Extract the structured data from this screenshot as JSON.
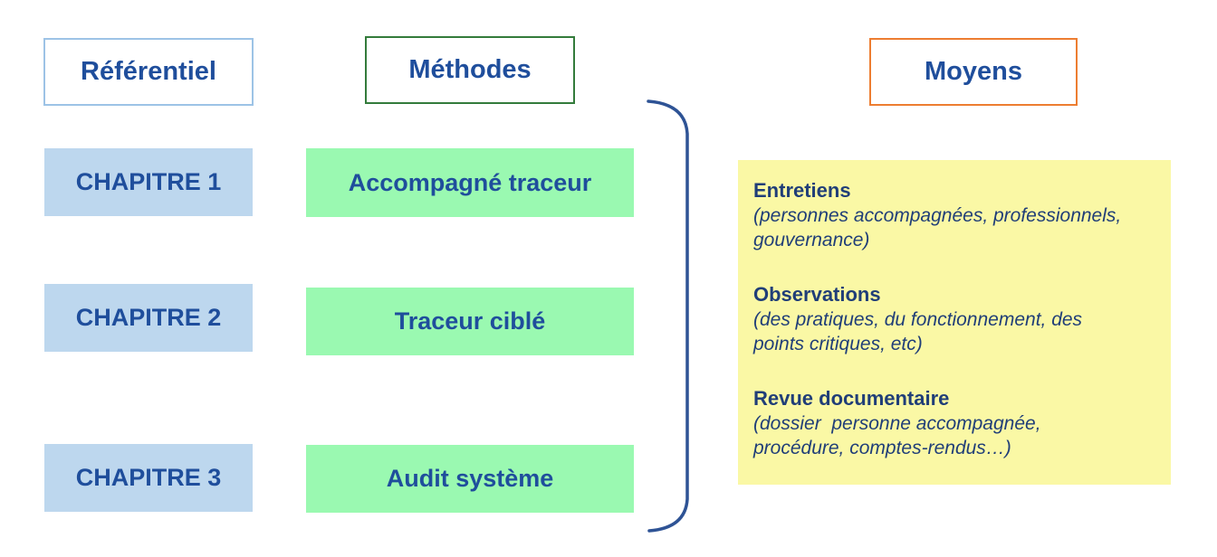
{
  "diagram": {
    "headers": {
      "referentiel": "Référentiel",
      "methodes": "Méthodes",
      "moyens": "Moyens"
    },
    "chapters": [
      "CHAPITRE 1",
      "CHAPITRE 2",
      "CHAPITRE 3"
    ],
    "methods": [
      "Accompagné traceur",
      "Traceur ciblé",
      "Audit système"
    ],
    "moyens_items": [
      {
        "title": "Entretiens",
        "detail": "(personnes accompagnées, professionnels,\ngouvernance)"
      },
      {
        "title": "Observations",
        "detail": "(des pratiques, du fonctionnement, des\npoints critiques, etc)"
      },
      {
        "title": "Revue documentaire",
        "detail": "(dossier  personne accompagnée,\nprocédure, comptes-rendus…)"
      }
    ],
    "colors": {
      "text_blue": "#1F4E9C",
      "navy_text": "#203E78",
      "light_blue_fill": "#BDD7EE",
      "light_blue_border": "#9DC3E6",
      "green_fill": "#9AF9B1",
      "green_border": "#337B3B",
      "orange_border": "#ED7D31",
      "yellow_fill": "#FAF8A5",
      "bracket_blue": "#2E5395"
    }
  }
}
